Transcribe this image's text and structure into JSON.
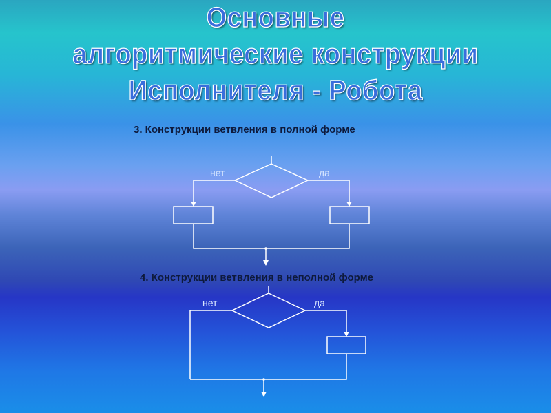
{
  "title": {
    "line1": "Основные",
    "line2": "алгоритмические конструкции",
    "line3": "Исполнителя - Робота"
  },
  "full_branch": {
    "heading": "3. Конструкции ветвления в полной форме",
    "label_no": "нет",
    "label_yes": "да"
  },
  "partial_branch": {
    "heading": "4. Конструкции ветвления в неполной форме",
    "label_no": "нет",
    "label_yes": "да"
  },
  "colors": {
    "title_fill": "#3a6edc",
    "heading_text": "#0e1a3c",
    "lines": "#ffffff"
  }
}
